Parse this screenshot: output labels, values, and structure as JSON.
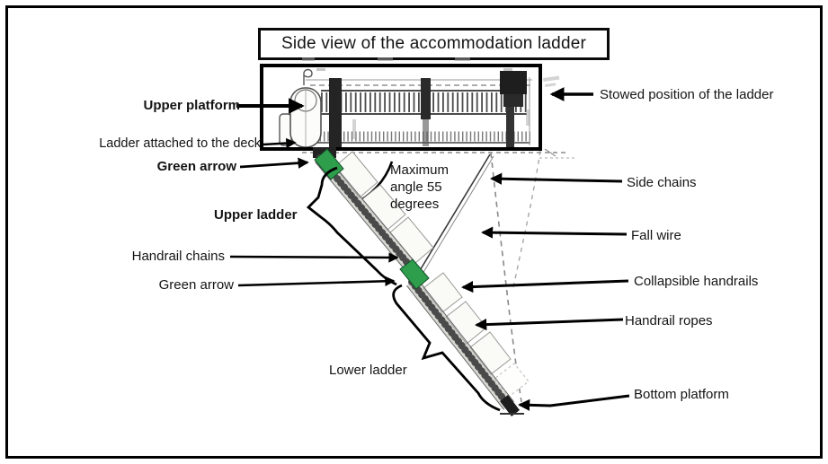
{
  "figure": {
    "title": "Side view of the accommodation ladder"
  },
  "annotations": {
    "left": {
      "upper_platform": "Upper platform",
      "ladder_attached": "Ladder attached to the deck",
      "green_arrow_top": "Green arrow",
      "upper_ladder": "Upper ladder",
      "handrail_chains": "Handrail chains",
      "green_arrow_bottom": "Green arrow",
      "lower_ladder": "Lower ladder"
    },
    "right": {
      "stowed_position": "Stowed position of the ladder",
      "side_chains": "Side chains",
      "fall_wire": "Fall wire",
      "collapsible_handrails": "Collapsible handrails",
      "handrail_ropes": "Handrail ropes",
      "bottom_platform": "Bottom platform"
    },
    "center": {
      "max_angle": "Maximum angle 55 degrees"
    }
  },
  "colors": {
    "green_arrow": "#2e9e4d",
    "leader_line": "#000000",
    "drawing_gray": "#555555"
  }
}
